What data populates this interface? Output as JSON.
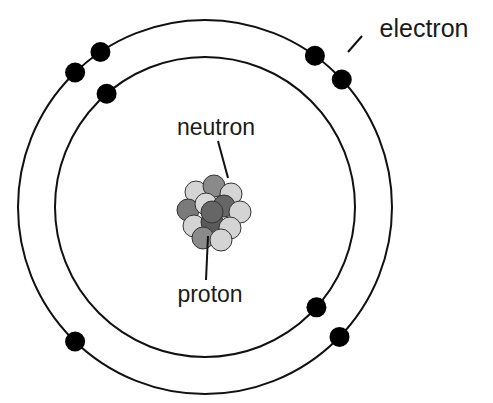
{
  "diagram": {
    "labels": [
      "electron",
      "neutron",
      "proton"
    ]
  }
}
